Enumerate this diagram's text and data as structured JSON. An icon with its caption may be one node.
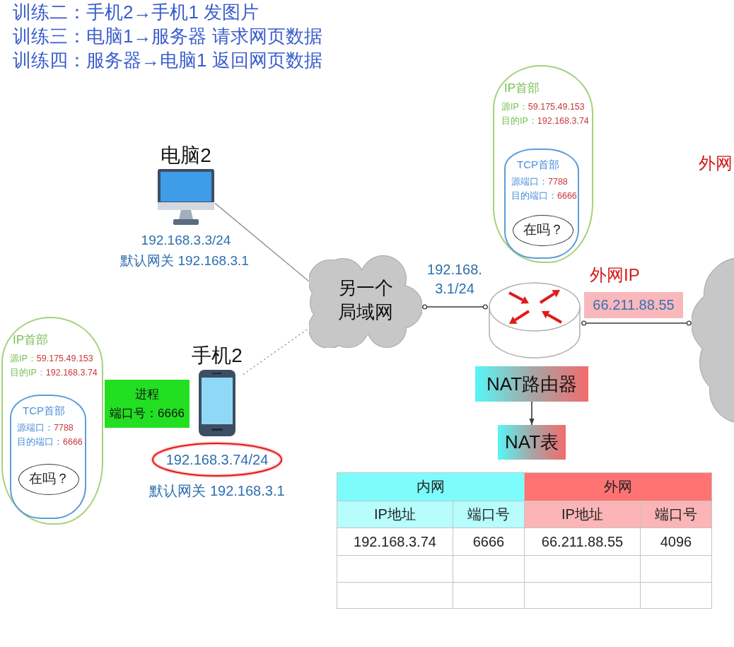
{
  "diagram": {
    "nodes": [
      {
        "text": [
          "IP首部",
          "源IP：59.175.49.153",
          "目的IP：192.168.3.74"
        ]
      },
      {
        "text": [
          "TCP首部",
          "源端口：7788",
          "目的端口：6666"
        ],
        "in": 0
      },
      {
        "text": [
          "在吗？"
        ],
        "in": 1
      },
      {
        "text": [
          "电脑2"
        ],
        "beside": [
          "192.168.3.3/24",
          "默认网关 192.168.3.1"
        ]
      },
      {
        "text": [
          "另一个局域网"
        ]
      },
      {
        "text": [],
        "shape": "picture",
        "beside": [
          "192.168. 3.1/24"
        ]
      },
      {
        "text": [
          "外网IP",
          "66.211.88.55"
        ]
      },
      {
        "text": [],
        "shape": "cloud"
      },
      {
        "text": [
          "IP首部",
          "源IP：59.175.49.153",
          "目的IP：192.168.3.74"
        ]
      },
      {
        "text": [
          "TCP首部",
          "源端口：7788",
          "目的端口：6666"
        ],
        "in": 8
      },
      {
        "text": [
          "在吗？"
        ],
        "in": 9
      },
      {
        "text": [
          "手机2"
        ],
        "beside": [
          "192.168.3.74/24",
          "默认网关 192.168.3.1"
        ]
      },
      {
        "text": [
          "NAT路由器"
        ]
      },
      {
        "text": [
          "进程",
          "端口号：6666"
        ]
      },
      {
        "text": [
          "NAT表"
        ]
      }
    ],
    "edges": [
      {
        "from": 3,
        "to": 4,
        "arrow": "none",
        "color": "#999999"
      },
      {
        "from": 11,
        "to": 4,
        "arrow": "none",
        "style": "dashed",
        "color": "#999999"
      },
      {
        "from": 4,
        "to": 5,
        "arrow": "other"
      },
      {
        "from": 5,
        "to": 7,
        "arrow": "other"
      },
      {
        "from": 12,
        "to": 14,
        "arrow": "to"
      }
    ],
    "labels": [
      "训练二：手机2→手机1 发图片",
      "训练三：电脑1→服务器 请求网页数据",
      "训练四：服务器→电脑1 返回网页数据",
      "外网",
      "内网",
      "外网",
      "IP地址",
      "端口号",
      "IP地址",
      "端口号",
      "192.168.3.74",
      "6666",
      "66.211.88.55",
      "4096"
    ]
  }
}
